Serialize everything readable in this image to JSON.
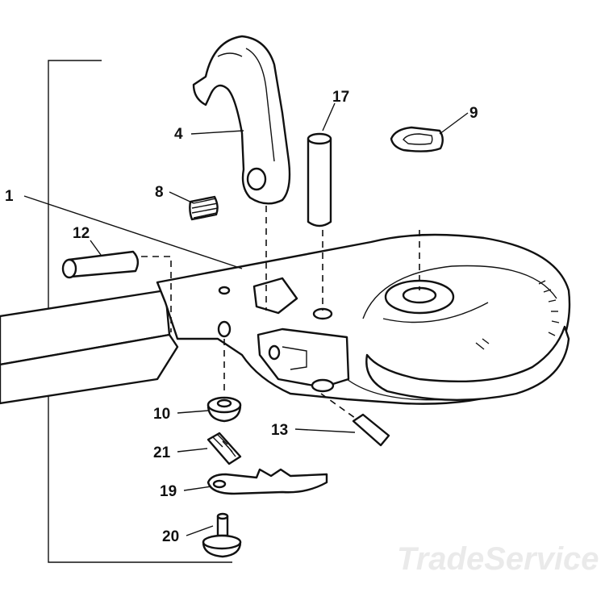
{
  "labels": {
    "p1": "1",
    "p4": "4",
    "p8": "8",
    "p9": "9",
    "p10": "10",
    "p12": "12",
    "p13": "13",
    "p17": "17",
    "p19": "19",
    "p20": "20",
    "p21": "21"
  },
  "watermark": "TradeService"
}
